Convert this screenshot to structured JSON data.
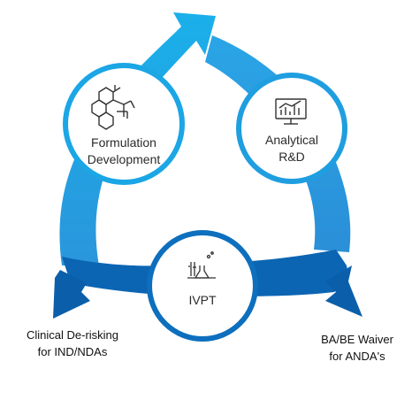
{
  "nodes": {
    "formulation": {
      "line1": "Formulation",
      "line2": "Development",
      "icon": "molecule-icon"
    },
    "analytical": {
      "line1": "Analytical",
      "line2": "R&D",
      "icon": "monitor-chart-icon"
    },
    "ivpt": {
      "line1": "IVPT",
      "icon": "lab-flask-icon"
    }
  },
  "outputs": {
    "left": {
      "line1": "Clinical De-risking",
      "line2": "for IND/NDAs"
    },
    "right": {
      "line1": "BA/BE Waiver",
      "line2": "for ANDA's"
    }
  },
  "colors": {
    "light_blue": "#1aa3e0",
    "mid_blue": "#2f8fd8",
    "dark_blue": "#0b5faa",
    "ring_light": "#1ba6e6",
    "ring_dark": "#0d6fbd",
    "text": "#2b2b2b"
  }
}
